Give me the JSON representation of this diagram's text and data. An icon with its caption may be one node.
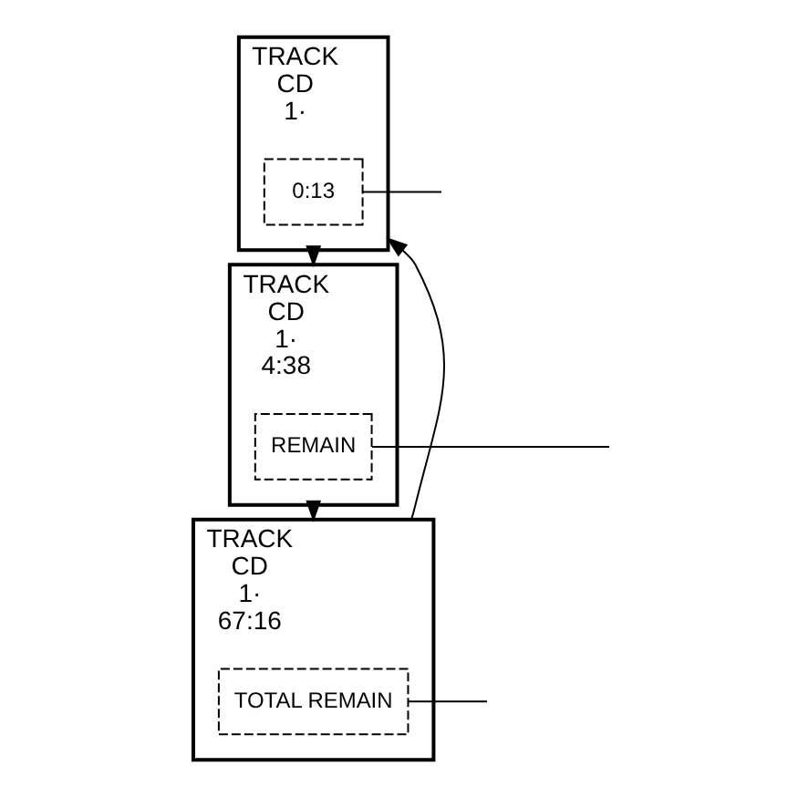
{
  "diagram": {
    "nodes": [
      {
        "text": [
          "TRACK",
          "CD",
          "1·"
        ]
      },
      {
        "text": [
          "0:13"
        ],
        "in": 0
      },
      {
        "text": [
          "TRACK",
          "CD",
          "1·",
          "4:38"
        ]
      },
      {
        "text": [
          "REMAIN"
        ],
        "in": 2
      },
      {
        "text": [
          "TRACK",
          "CD",
          "1·",
          "67:16"
        ]
      },
      {
        "text": [
          "TOTAL REMAIN"
        ],
        "in": 4
      }
    ],
    "edges": [
      {
        "from": 0,
        "to": 2,
        "arrow": "to"
      },
      {
        "from": 2,
        "to": 4,
        "arrow": "to"
      },
      {
        "from": 4,
        "to": 0,
        "arrow": "to"
      },
      {
        "from": 1,
        "to": null,
        "arrow": "none"
      },
      {
        "from": 3,
        "to": null,
        "arrow": "none"
      },
      {
        "from": 5,
        "to": null,
        "arrow": "none"
      }
    ]
  }
}
